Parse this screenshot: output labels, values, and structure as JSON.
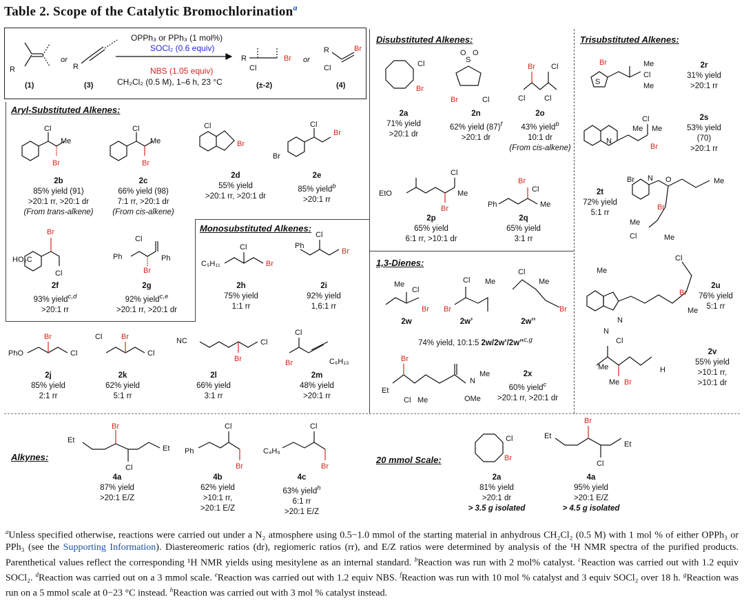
{
  "title": "Table 2. Scope of the Catalytic Bromochlorination",
  "title_sup": "a",
  "scheme": {
    "catalyst": "OPPh₃ or PPh₃ (1 mol%)",
    "socl2": "SOCl₂ (0.6 equiv)",
    "nbs": "NBS (1.05 equiv)",
    "conditions": "CH₂Cl₂ (0.5 M), 1–6 h, 23 °C",
    "or": "or",
    "labels": [
      "(1)",
      "(3)",
      "(±-2)",
      "(4)"
    ]
  },
  "sections": {
    "aryl": "Aryl-Substituted Alkenes:",
    "mono": "Monosubstituted Alkenes:",
    "di": "Disubstituted Alkenes:",
    "tri": "Trisubstituted Alkenes:",
    "dienes": "1,3-Dienes:",
    "alkynes": "Alkynes:",
    "scale": "20 mmol Scale:"
  },
  "entries": {
    "2b": {
      "id": "2b",
      "l1": "85% yield (91)",
      "l2": ">20:1 rr, >20:1 dr",
      "l3": "(From trans-alkene)"
    },
    "2c": {
      "id": "2c",
      "l1": "66% yield (98)",
      "l2": "7:1 rr, >20:1 dr",
      "l3": "(From cis-alkene)"
    },
    "2d": {
      "id": "2d",
      "l1": "55% yield",
      "l2": ">20:1 rr, >20:1 dr"
    },
    "2e": {
      "id": "2e",
      "l1": "85% yield",
      "sup": "b",
      "l2": ">20:1 rr"
    },
    "2f": {
      "id": "2f",
      "l1": "93% yield",
      "sup": "c,d",
      "l2": ">20:1 rr"
    },
    "2g": {
      "id": "2g",
      "l1": "92% yield",
      "sup": "c,e",
      "l2": ">20:1 rr, >20:1 dr"
    },
    "2h": {
      "id": "2h",
      "l1": "75% yield",
      "l2": "1:1 rr"
    },
    "2i": {
      "id": "2i",
      "l1": "92% yield",
      "l2": "1,6:1 rr"
    },
    "2j": {
      "id": "2j",
      "l1": "85% yield",
      "l2": "2:1 rr"
    },
    "2k": {
      "id": "2k",
      "l1": "62% yield",
      "l2": "5:1 rr"
    },
    "2l": {
      "id": "2l",
      "l1": "66% yield",
      "l2": "3:1 rr"
    },
    "2m": {
      "id": "2m",
      "l1": "48% yield",
      "l2": ">20:1 rr"
    },
    "2a": {
      "id": "2a",
      "l1": "71% yield",
      "l2": ">20:1 dr"
    },
    "2n": {
      "id": "2n",
      "l1": "62% yield (87)",
      "sup": "f",
      "l2": ">20:1 dr"
    },
    "2o": {
      "id": "2o",
      "l1": "43% yield",
      "sup": "b",
      "l2": "10:1 dr",
      "l3": "(From cis-alkene)"
    },
    "2p": {
      "id": "2p",
      "l1": "65% yield",
      "l2": "6:1 rr, >10:1 dr"
    },
    "2q": {
      "id": "2q",
      "l1": "65% yield",
      "l2": "3:1 rr"
    },
    "2r": {
      "id": "2r",
      "l1": "31% yield",
      "l2": ">20:1 rr"
    },
    "2s": {
      "id": "2s",
      "l1": "53% yield",
      "l2": "(70)",
      "l3": ">20:1 rr"
    },
    "2t": {
      "id": "2t",
      "l1": "72% yield",
      "l2": "5:1 rr"
    },
    "2u": {
      "id": "2u",
      "l1": "76% yield",
      "l2": "5:1 rr"
    },
    "2v": {
      "id": "2v",
      "l1": "55% yield",
      "l2": ">10:1 rr,",
      "l3": ">10:1 dr"
    },
    "2w": {
      "ids": [
        "2w",
        "2w’",
        "2w’’"
      ],
      "l1": "74% yield, 10:1:5 ",
      "l1b": "2w/2w’/2w’’",
      "sup": "c,g"
    },
    "2x": {
      "id": "2x",
      "l1": "60% yield",
      "sup": "c",
      "l2": ">20:1 rr, >20:1 dr"
    },
    "4a": {
      "id": "4a",
      "l1": "87% yield",
      "l2": ">20:1 E/Z"
    },
    "4b": {
      "id": "4b",
      "l1": "62% yield",
      "l2": ">10:1 rr,",
      "l3": ">20:1 E/Z"
    },
    "4c": {
      "id": "4c",
      "l1": "63% yield",
      "sup": "h",
      "l2": "6:1 rr",
      "l3": ">20:1 E/Z"
    },
    "2a_scale": {
      "id": "2a",
      "l1": "81% yield",
      "l2": ">20:1 dr",
      "l3": "> 3.5 g isolated"
    },
    "4a_scale": {
      "id": "4a",
      "l1": "95% yield",
      "l2": ">20:1 E/Z",
      "l3": "> 4.5 g isolated"
    }
  },
  "footnotes": {
    "a": "Unless specified otherwise, reactions were carried out under a N₂ atmosphere using 0.5−1.0 mmol of the starting material in anhydrous CH₂Cl₂ (0.5 M) with 1 mol % of either OPPh₃ or PPh₃ (see the ",
    "si": "Supporting Information",
    "a2": "). Diastereomeric ratios (dr), regiomeric ratios (rr), and E/Z ratios were determined by analysis of the ¹H NMR spectra of the purified products. Parenthetical values reflect the corresponding ¹H NMR yields using mesitylene as an internal standard. ",
    "b": "Reaction was run with 2 mol% catalyst. ",
    "c": "Reaction was carried out with 1.2 equiv SOCl₂. ",
    "d": "Reaction was carried out on a 3 mmol scale. ",
    "e": "Reaction was carried out with 1.2 equiv NBS. ",
    "f": "Reaction was run with 10 mol % catalyst and 3 equiv SOCl₂ over 18 h. ",
    "g": "Reaction was run on a 5 mmol scale at 0−23 °C instead. ",
    "h": "Reaction was carried out with 3 mol % catalyst instead."
  }
}
